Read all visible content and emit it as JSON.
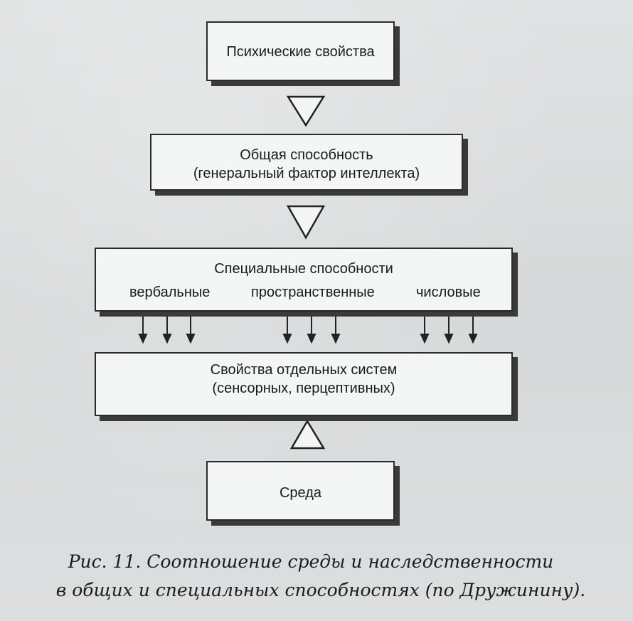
{
  "boxes": {
    "psych_properties": "Психические свойства",
    "general_ability": {
      "line1": "Общая способность",
      "line2": "(генеральный фактор интеллекта)"
    },
    "special_abilities": {
      "title": "Специальные способности",
      "verbal": "вербальные",
      "spatial": "пространственные",
      "numeric": "числовые"
    },
    "system_properties": {
      "line1": "Свойства отдельных систем",
      "line2": "(сенсорных, перцептивных)"
    },
    "environment": "Среда"
  },
  "caption": {
    "line1": "Рис. 11. Соотношение среды и наследственности",
    "line2": "в общих и специальных способностях (по Дружинину)."
  }
}
